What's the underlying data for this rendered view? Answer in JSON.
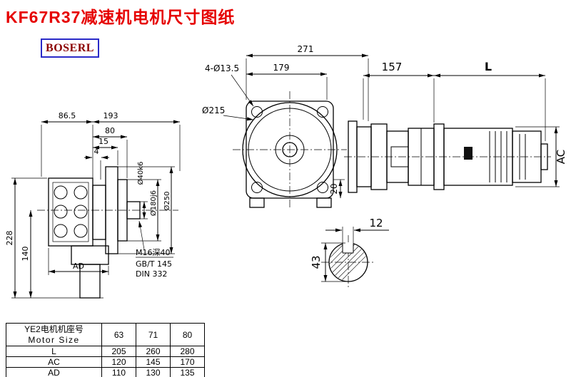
{
  "title": "KF67R37减速机电机尺寸图纸",
  "logo": "BOSERL",
  "side_view": {
    "dim_86_5": "86.5",
    "dim_193": "193",
    "dim_80": "80",
    "dim_15": "15",
    "dim_4": "4",
    "dim_228": "228",
    "dim_140": "140",
    "dim_ad": "AD",
    "label_shaft": "Ø40k6",
    "label_spigot": "Ø180j6",
    "label_flange": "Ø250",
    "thread_spec": "M16深40",
    "thread_std1": "GB/T 145",
    "thread_std2": "DIN 332"
  },
  "front_view": {
    "dim_271": "271",
    "dim_179": "179",
    "holes_label": "4-Ø13.5",
    "dia_label": "Ø215",
    "dim_20": "20"
  },
  "motor_view": {
    "dim_157": "157",
    "dim_l": "L",
    "dim_ac": "AC"
  },
  "section_view": {
    "dim_12": "12",
    "dim_43": "43"
  },
  "table": {
    "header_cn": "YE2电机机座号",
    "header_en": "Motor Size",
    "sizes": [
      "63",
      "71",
      "80"
    ],
    "rows": [
      {
        "label": "L",
        "values": [
          "205",
          "260",
          "280"
        ]
      },
      {
        "label": "AC",
        "values": [
          "120",
          "145",
          "170"
        ]
      },
      {
        "label": "AD",
        "values": [
          "110",
          "130",
          "135"
        ]
      }
    ]
  }
}
